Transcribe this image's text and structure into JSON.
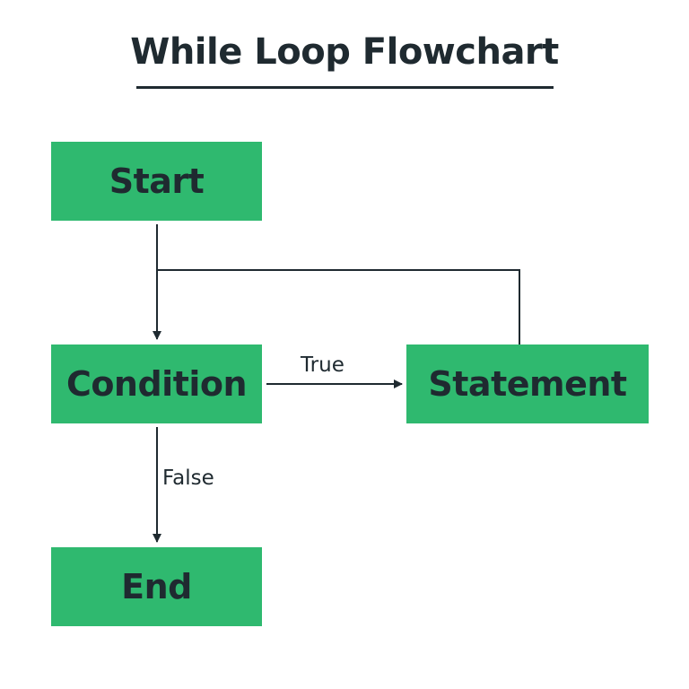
{
  "title": "While Loop Flowchart",
  "nodes": {
    "start": "Start",
    "condition": "Condition",
    "statement": "Statement",
    "end": "End"
  },
  "edges": {
    "true_label": "True",
    "false_label": "False"
  },
  "colors": {
    "node_fill": "#2fb96f",
    "text": "#1f2a30",
    "line": "#1f2a30"
  }
}
